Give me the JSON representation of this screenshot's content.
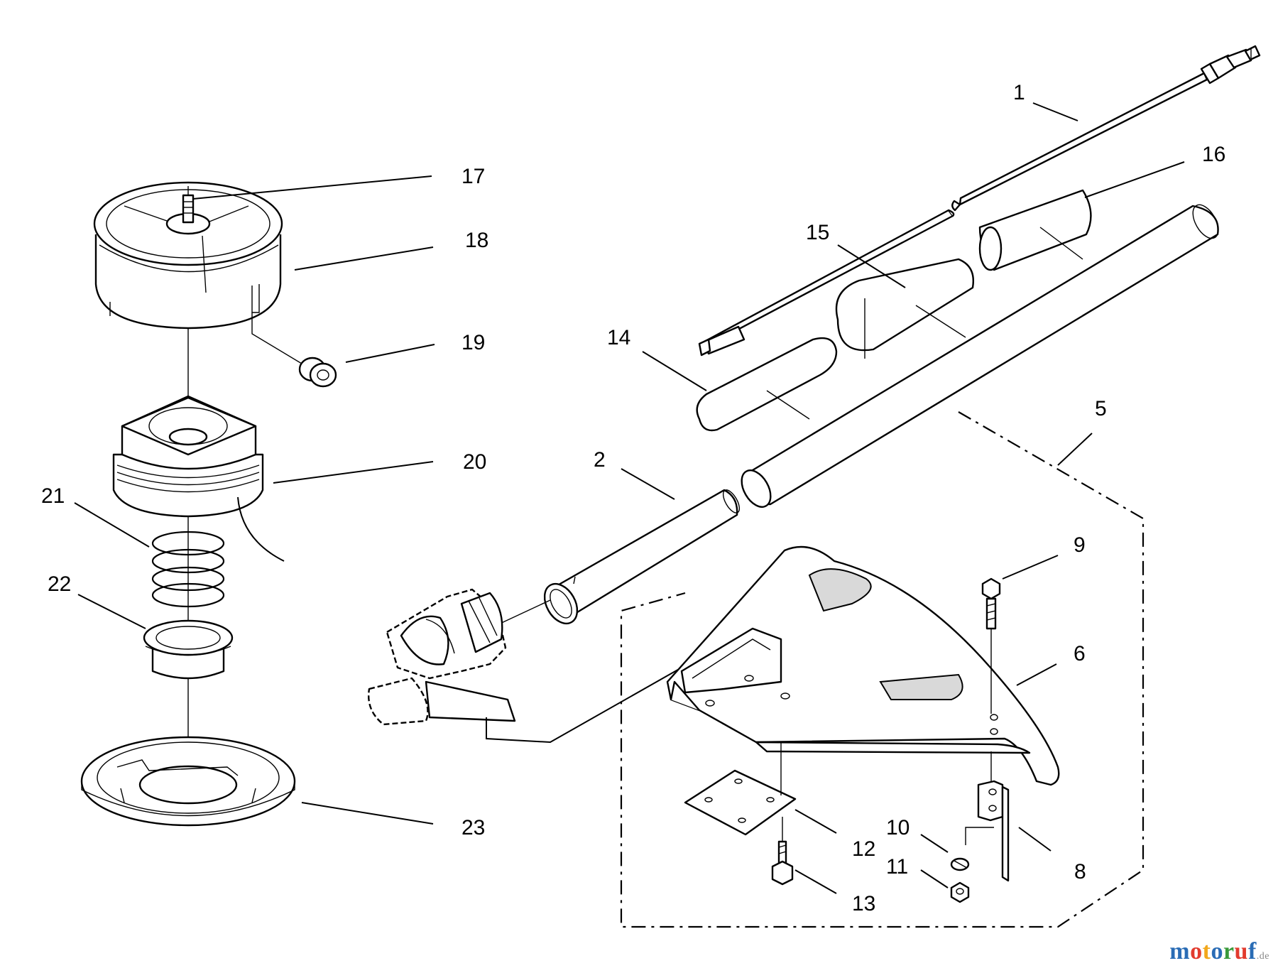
{
  "labels": {
    "p1": "1",
    "p2": "2",
    "p5": "5",
    "p6": "6",
    "p8": "8",
    "p9": "9",
    "p10": "10",
    "p11": "11",
    "p12": "12",
    "p13": "13",
    "p14": "14",
    "p15": "15",
    "p16": "16",
    "p17": "17",
    "p18": "18",
    "p19": "19",
    "p20": "20",
    "p21": "21",
    "p22": "22",
    "p23": "23"
  },
  "brand": {
    "letters": [
      "m",
      "o",
      "t",
      "o",
      "r",
      "u",
      "f"
    ],
    "suffix": ".de",
    "colors": [
      "#2a6cb5",
      "#e23b2e",
      "#f2a81d",
      "#2a6cb5",
      "#3a9a3a",
      "#e23b2e",
      "#2a6cb5"
    ]
  }
}
